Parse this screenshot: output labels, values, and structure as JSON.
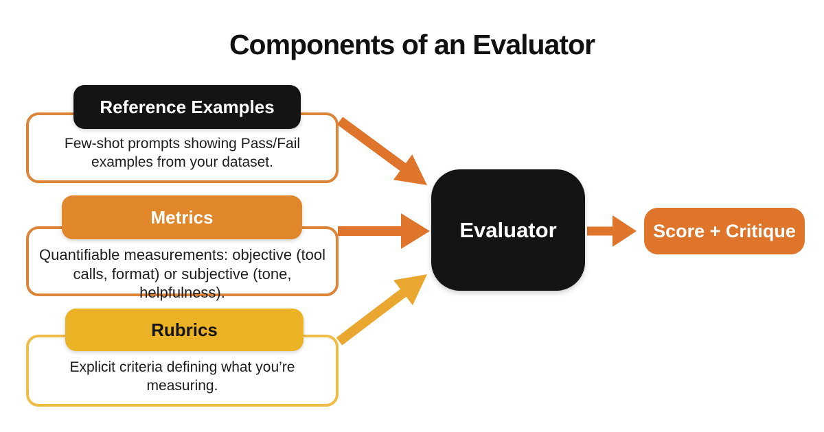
{
  "title": "Components of an Evaluator",
  "components": [
    {
      "id": "reference-examples",
      "label": "Reference Examples",
      "description": "Few-shot prompts showing Pass/Fail examples from your dataset."
    },
    {
      "id": "metrics",
      "label": "Metrics",
      "description": "Quantifiable measurements: objective (tool calls, format) or subjective (tone, helpfulness)."
    },
    {
      "id": "rubrics",
      "label": "Rubrics",
      "description": "Explicit criteria defining what you’re measuring."
    }
  ],
  "evaluator": {
    "label": "Evaluator"
  },
  "output": {
    "label": "Score + Critique"
  },
  "arrows": [
    {
      "from": "reference-examples",
      "to": "evaluator",
      "color_key": "deep_orange"
    },
    {
      "from": "metrics",
      "to": "evaluator",
      "color_key": "deep_orange"
    },
    {
      "from": "rubrics",
      "to": "evaluator",
      "color_key": "gold_arrow"
    },
    {
      "from": "evaluator",
      "to": "score-critique",
      "color_key": "deep_orange"
    }
  ],
  "colors": {
    "background": "#FFFFFF",
    "title_text": "#111111",
    "black": "#141414",
    "orange": "#E0872B",
    "deep_orange": "#DE752A",
    "orange_border": "#DC8538",
    "gold": "#EBB226",
    "gold_border": "#EFBD45",
    "gold_arrow": "#EAA72F",
    "body_text": "#1D1D1D",
    "white": "#FFFFFF"
  }
}
